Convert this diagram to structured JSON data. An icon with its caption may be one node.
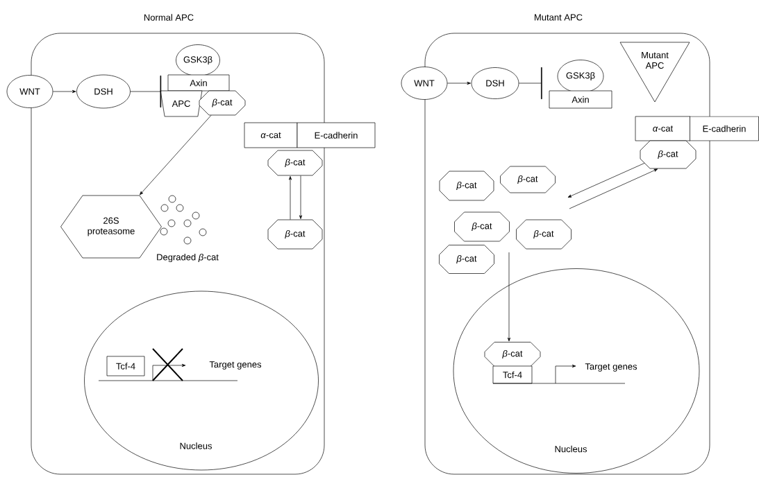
{
  "diagram": {
    "nodes": [
      {
        "text": [
          "Normal APC"
        ]
      },
      {
        "text": [
          "WNT"
        ]
      },
      {
        "text": [
          "DSH"
        ],
        "in": 0
      },
      {
        "text": [
          "GSK3β"
        ],
        "in": 0
      },
      {
        "text": [
          "Axin"
        ],
        "in": 0
      },
      {
        "text": [
          "APC"
        ],
        "in": 0
      },
      {
        "text": [
          "*β*-cat"
        ],
        "in": 0
      },
      {
        "text": [
          "*α*-cat"
        ],
        "in": 0
      },
      {
        "text": [
          "E-cadherin"
        ]
      },
      {
        "text": [
          "*β*-cat"
        ],
        "in": 0
      },
      {
        "text": [
          "*β*-cat"
        ],
        "in": 0
      },
      {
        "text": [
          "26S proteasome"
        ],
        "in": 0
      },
      {
        "text": [
          "Nucleus"
        ],
        "in": 0
      },
      {
        "text": [
          "Tcf-4"
        ],
        "in": 12
      },
      {
        "text": [
          "Mutant APC"
        ]
      },
      {
        "text": [
          "WNT"
        ]
      },
      {
        "text": [
          "DSH"
        ],
        "in": 14
      },
      {
        "text": [
          "GSK3β"
        ],
        "in": 14
      },
      {
        "text": [
          "Axin"
        ],
        "in": 14
      },
      {
        "text": [
          "Mutant APC"
        ],
        "in": 14
      },
      {
        "text": [
          "*α*-cat"
        ],
        "in": 14
      },
      {
        "text": [
          "E-cadherin"
        ]
      },
      {
        "text": [
          "*β*-cat"
        ],
        "in": 14
      },
      {
        "text": [
          "*β*-cat"
        ],
        "in": 14
      },
      {
        "text": [
          "*β*-cat"
        ],
        "in": 14
      },
      {
        "text": [
          "*β*-cat"
        ],
        "in": 14
      },
      {
        "text": [
          "*β*-cat"
        ],
        "in": 14
      },
      {
        "text": [
          "*β*-cat"
        ],
        "in": 14
      },
      {
        "text": [
          "Nucleus"
        ],
        "in": 14
      },
      {
        "text": [
          "*β*-cat"
        ],
        "in": 28
      },
      {
        "text": [
          "Tcf-4"
        ],
        "in": 28
      }
    ],
    "edges": [
      {
        "from": 1,
        "to": 2,
        "arrow": "to"
      },
      {
        "from": 2,
        "to": 5,
        "arrow": "other"
      },
      {
        "from": 6,
        "to": 11,
        "arrow": "to"
      },
      {
        "from": 10,
        "to": 9,
        "arrow": "to"
      },
      {
        "from": 9,
        "to": 10,
        "arrow": "to"
      },
      {
        "from": 15,
        "to": 16,
        "arrow": "to"
      },
      {
        "from": 16,
        "to": 18,
        "arrow": "other"
      },
      {
        "from": 22,
        "to": null,
        "arrow": "to"
      },
      {
        "from": null,
        "to": 22,
        "arrow": "to"
      },
      {
        "from": null,
        "to": 29,
        "arrow": "to"
      }
    ],
    "labels": [
      "Degraded *β*-cat",
      "Target genes",
      "Target genes"
    ]
  }
}
